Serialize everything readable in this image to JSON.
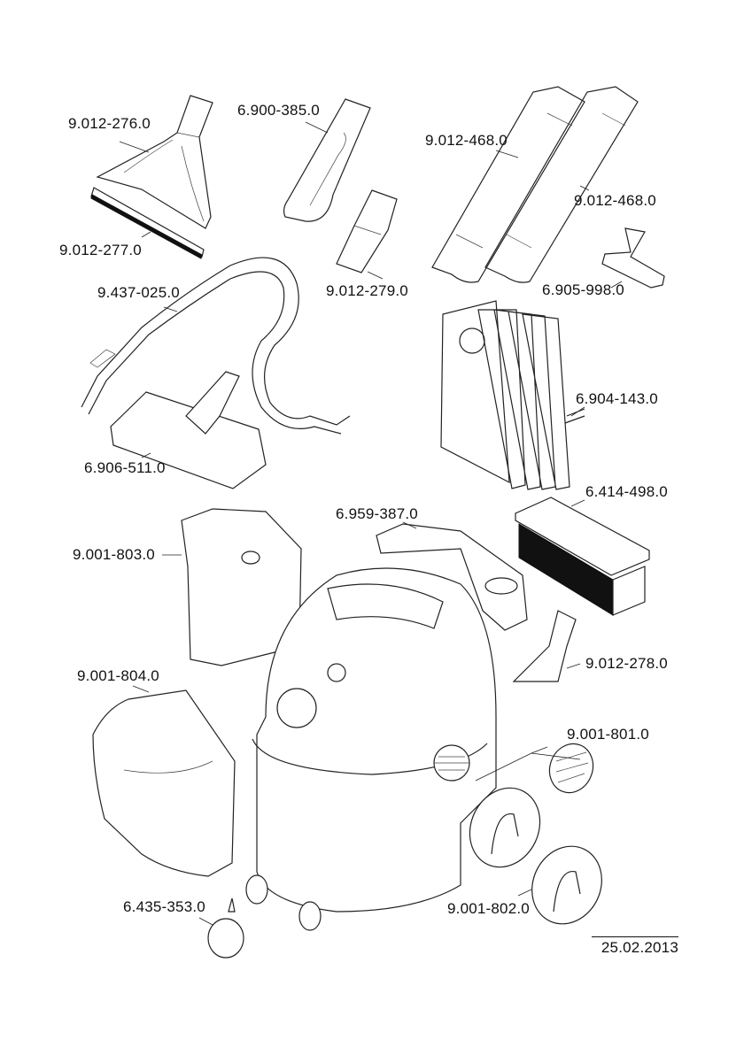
{
  "title": "Accessories exploded parts diagram",
  "date": "25.02.2013",
  "parts": [
    {
      "id": "crevice-upholstery-nozzle",
      "part_number": "9.012-276.0"
    },
    {
      "id": "nozzle-insert-strip",
      "part_number": "9.012-277.0"
    },
    {
      "id": "crevice-nozzle",
      "part_number": "6.900-385.0"
    },
    {
      "id": "adapter",
      "part_number": "9.012-279.0"
    },
    {
      "id": "suction-tube-1",
      "part_number": "9.012-468.0"
    },
    {
      "id": "suction-tube-2",
      "part_number": "9.012-468.0"
    },
    {
      "id": "upholstery-nozzle",
      "part_number": "6.905-998.0"
    },
    {
      "id": "suction-hose",
      "part_number": "9.437-025.0"
    },
    {
      "id": "floor-nozzle",
      "part_number": "6.906-511.0"
    },
    {
      "id": "filter-bags",
      "part_number": "6.904-143.0"
    },
    {
      "id": "flat-pleated-filter",
      "part_number": "6.414-498.0"
    },
    {
      "id": "accessory-holder",
      "part_number": "6.959-387.0"
    },
    {
      "id": "container-insert-upper",
      "part_number": "9.001-803.0"
    },
    {
      "id": "hand-nozzle",
      "part_number": "9.012-278.0"
    },
    {
      "id": "container-insert-lower",
      "part_number": "9.001-804.0"
    },
    {
      "id": "cap-knob",
      "part_number": "9.001-801.0"
    },
    {
      "id": "wheel-cap",
      "part_number": "9.001-802.0"
    },
    {
      "id": "castor",
      "part_number": "6.435-353.0"
    }
  ]
}
